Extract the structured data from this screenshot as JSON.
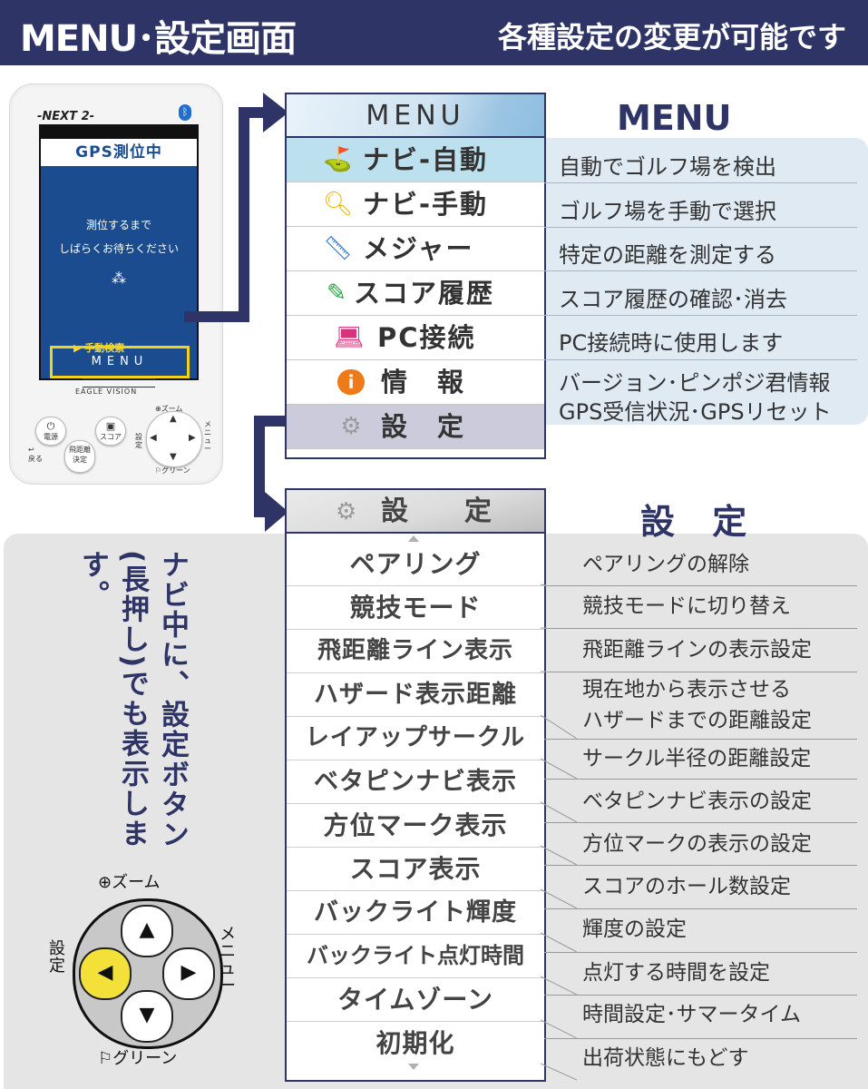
{
  "header": {
    "title": "MENU･設定画面",
    "subtitle": "各種設定の変更が可能です"
  },
  "device": {
    "brand": "-NEXT 2-",
    "status_title": "GPS測位中",
    "wait_line1": "測位するまで",
    "wait_line2": "しばらくお待ちください",
    "manual_search": "手動検索",
    "menu_button": "MENU",
    "logo": "EAGLE VISION",
    "btn_power": "電源",
    "btn_score": "スコア",
    "btn_flight": "飛距離",
    "btn_ok": "決定",
    "btn_back": "戻る",
    "label_zoom": "ズーム",
    "label_green": "グリーン",
    "label_setting": "設定",
    "label_menu": "メニュー"
  },
  "menu": {
    "title": "MENU",
    "heading": "MENU",
    "items": [
      {
        "label": "ナビ-自動",
        "icon": "golf-tee-icon",
        "desc": "自動でゴルフ場を検出"
      },
      {
        "label": "ナビ-手動",
        "icon": "magnifier-icon",
        "desc": "ゴルフ場を手動で選択"
      },
      {
        "label": "メジャー",
        "icon": "ruler-icon",
        "desc": "特定の距離を測定する"
      },
      {
        "label": "スコア履歴",
        "icon": "pencil-icon",
        "desc": "スコア履歴の確認･消去"
      },
      {
        "label": "PC接続",
        "icon": "laptop-icon",
        "desc": "PC接続時に使用します"
      },
      {
        "label": "情　報",
        "icon": "info-icon",
        "desc": "バージョン･ピンポジ君情報",
        "desc2": "GPS受信状況･GPSリセット"
      },
      {
        "label": "設　定",
        "icon": "gear-icon"
      }
    ]
  },
  "settings": {
    "title": "設　定",
    "heading": "設 定",
    "note": "ナビ中に、設定ボタン(長押し)でも表示します。",
    "items": [
      {
        "label": "ペアリング",
        "desc": "ペアリングの解除"
      },
      {
        "label": "競技モード",
        "desc": "競技モードに切り替え"
      },
      {
        "label": "飛距離ライン表示",
        "desc": "飛距離ラインの表示設定"
      },
      {
        "label": "ハザード表示距離",
        "desc": "現在地から表示させる",
        "desc2": "ハザードまでの距離設定"
      },
      {
        "label": "レイアップサークル",
        "desc": "サークル半径の距離設定"
      },
      {
        "label": "ベタピンナビ表示",
        "desc": "ベタピンナビ表示の設定"
      },
      {
        "label": "方位マーク表示",
        "desc": "方位マークの表示の設定"
      },
      {
        "label": "スコア表示",
        "desc": "スコアのホール数設定"
      },
      {
        "label": "バックライト輝度",
        "desc": "輝度の設定"
      },
      {
        "label": "バックライト点灯時間",
        "desc": "点灯する時間を設定"
      },
      {
        "label": "タイムゾーン",
        "desc": "時間設定･サマータイム"
      },
      {
        "label": "初期化",
        "desc": "出荷状態にもどす"
      }
    ]
  },
  "pad": {
    "zoom": "ズーム",
    "green": "グリーン",
    "setting": "設定",
    "menu": "メニュー"
  },
  "colors": {
    "navy": "#2e3566",
    "highlight_blue": "#bde0ee",
    "highlight_gray": "#cbcbdc",
    "yellow": "#f3e13a"
  }
}
